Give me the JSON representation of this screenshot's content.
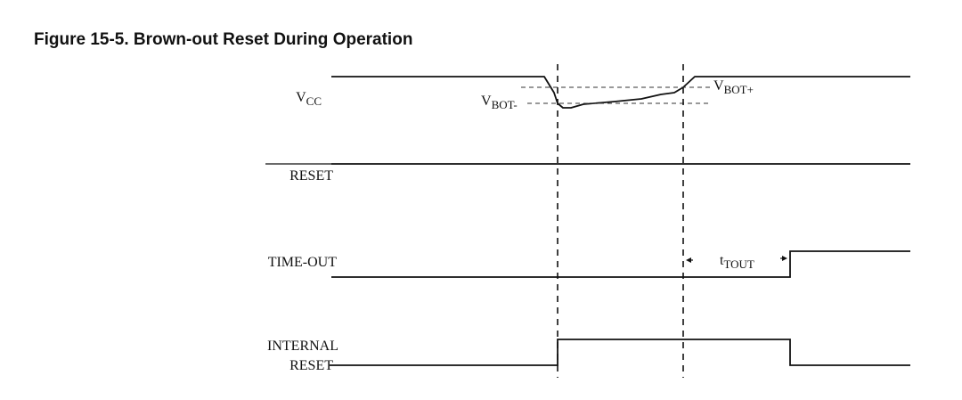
{
  "figure": {
    "title": "Figure 15-5. Brown-out Reset During Operation"
  },
  "signals": {
    "vcc": {
      "main": "V",
      "sub": "CC"
    },
    "reset": "RESET",
    "timeout": "TIME-OUT",
    "internal_reset": {
      "line1": "INTERNAL",
      "line2": "RESET"
    }
  },
  "thresholds": {
    "vbot_minus": {
      "main": "V",
      "sub": "BOT-"
    },
    "vbot_plus": {
      "main": "V",
      "sub": "BOT+"
    }
  },
  "timing": {
    "ttout": {
      "main": "t",
      "sub": "TOUT"
    }
  }
}
